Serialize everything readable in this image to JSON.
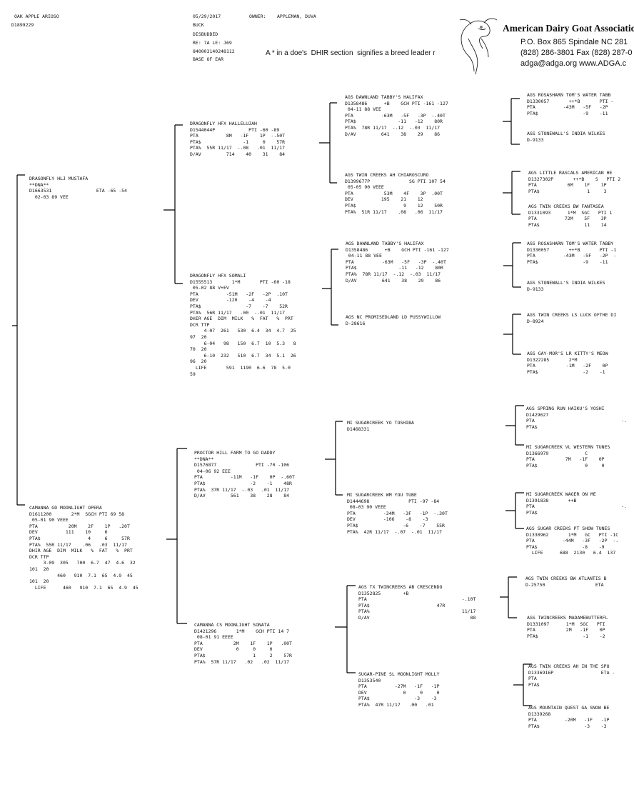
{
  "header": {
    "animal_name": "OAK APPLE ARIOSO",
    "animal_id": "D1899229",
    "date": "05/29/2017",
    "owner_label": "OWNER:",
    "owner_name": "APPLEMAN, DUVA",
    "sex": "BUCK",
    "disbudded": "DISBUDDED",
    "tattoo": "RE: 7A LE: J69",
    "microchip": "840003140248112",
    "chip_location": "BASE OF EAR",
    "notice": "A * in a doe's  DHIR section  signifies a breed leader r"
  },
  "association": {
    "name": "American Dairy Goat Association",
    "address": "P.O. Box 865    Spindale NC 281",
    "phone": "(828) 286-3801   Fax (828) 287-0",
    "web": "adga@adga.org   www.ADGA.c",
    "logo_icon": "goat-heads-logo"
  },
  "pedigree": {
    "sire": "DRAGONFLY HLJ MUSTAFA\n**DNA**\nD1663531                ETA -65 -54\n  02-03 89 VEE",
    "dam": "CAMANNA GD MOONLIGHT OPERA\nD1611200       2*M  SGCH PTI 69 58\n 05-01 90 VEEE\nPTA           20M    2F    1P   .20T\nDEV          111    10     6\nPTA$                 4     6     57R\nPTA%  55R 11/17    .06   .03  11/17\nDHIR AGE  DIM  MILK   %  FAT   %  PRT\nDCR TTP\n     3-09  305   700  6.7  47  4.6  32\n101  20\n          460   910  7.1  65  4.9  45\n101  20\n  LIFE      460   910  7.1  65  4.9  45",
    "ss": "DRAGONFLY HFX HALLELUJAH\nD1544044P            PTI -60 -89\nPTA          8M   -1F    1P  -.50T\nPTA$               -1     0    57R\nPTA%  55R 11/17  -.08   .01  11/17\nD/AV         714    40    31    84",
    "sd": "DRAGONFLY HFX SOMALI\nD1555513       1*M       PTI -60 -18\n 05-02 88 V+EV\nPTA          -51M   -2F   -2P  .10T\nDEV          -120    -4    -4\nPTA$                -7    -7    52R\nPTA%  56R 11/17   .00  -.01  11/17\nDHIR AGE  DIM  MILK   %  FAT   %  PRT\nDCR TTP\n     4-07  261   530  6.4  34  4.7  25\n97  20\n     6-04   98   150  6.7  10  5.3   8\n70  20\n     6-10  232   510  6.7  34  5.1  26\n96  20\n  LIFE       591  1190  6.6  78  5.0\n59",
    "ds": "PROCTOR HILL FARM TO GO DADDY\n**DNA**\nD1576877              PTI -70 -106\n 04-06 92 EEE\nPTA          -11M   -1F    0P  -.60T\nPTA$                -2    -1    48R\nPTA%  37R 11/17  -.03   .01  11/17\nD/AV         561    38    28    84",
    "dd": "CAMANNA CS MOONLIGHT SONATA\nD1421296       1*M    GCH PTI 14 7\n 08-01 91 EEEE\nPTA           2M    1F    1P   .00T\nDEV            0     0     0\nPTA$                 1     2    57R\nPTA%  57R 11/17   .02   .02  11/17",
    "sss": "AGS DAWNLAND TABBY'S HALIFAX\nD1358486      +B    GCH PTI -161 -127\n 04-11 88 VEE\nPTA          -63M   -5F   -3P  -.40T\nPTA$               -11   -12    80R\nPTA%  78R 11/17  -.12  -.03  11/17\nD/AV         641    38    29    86",
    "ssd": "AGS TWIN CREEKS AH CHIAROSCURO\nD1399677P              SG PTI 107 54\n 05-05 90 VEEE\nPTA           53M    4F    3P  .00T\nDEV          195    21    12\nPTA$                 9    12    50R\nPTA%  51R 11/17    .08   .06  11/17",
    "sds": "AGS DAWNLAND TABBY'S HALIFAX\nD1358486      +B    GCH PTI -161 -127\n 04-11 88 VEE\nPTA          -63M   -5F   -3P  -.40T\nPTA$               -11   -12    80R\nPTA%  78R 11/17  -.12  -.03  11/17\nD/AV         641    38    29    86",
    "sdd": "AGS NC PROMISEDLAND LD PUSSYWILLOW\nD-28616",
    "dss": "MI SUGARCREEK YO TOSHIBA\nD1468331",
    "dsd": "MI SUGARCREEK WM YOU TUBE\nD1444698              PTI -97 -84\n 08-03 90 VEEE\nPTA          -34M   -3F   -1P  -.30T\nDEV          -106    -8    -3\nPTA$                -6    -7    55R\nPTA%  42R 11/17  -.07  -.01  11/17",
    "dds": "AGS TX TWINCREEKS AB CRESCENDO\nD1352825        +B\nPTA                                  -.10T\nPTA$                        47R\nPTA%                                 11/17\nD/AV                                    88",
    "ddd": "SUGAR-PINE SL MOONLIGHT MOLLY\nD1353540\nPTA          -27M   -1F   -1P\nDEV             0     0     0\nPTA$                -3    -3\nPTA%  47R 11/17   .00   .01",
    "g4": [
      "AGS ROSASHARN TOM'S WATER TABB\nD1330057       ++*B       PTI -\nPTA          -43M   -5F   -2P\nPTA$                -9    -11",
      "AGS STONEWALL'S INDIA WILKES\nD-9133",
      "AGS LITTLE RASCALS AMERICAN HE\nD1327302P       ++*B    S   PTI 2\nPTA           6M    1F    1P\nPTA$                 1     3",
      "AGS TWIN CREEKS BW FANTASEA\nD1331093      1*M  SGC   PTI 1\nPTA          72M    5F    3P\nPTA$                11    14",
      "AGS ROSASHARN TOM'S WATER TABBY\nD1330057       ++*B       PTI -1\nPTA          -43M   -5F   -2P  -\nPTA$                -9    -11",
      "AGS STONEWALL'S INDIA WILKES\nD-9133",
      "AGS TWIN CREEKS LS LUCK OFTHE DI\nD-8924",
      "AGS GAY-MOR'S LR KITTY'S MEOW\nD1322285       2*M\nPTA           -1M   -2F    0P\nPTA$                -2    -1",
      "AGS SPRING RUN HAIKU'S YOSHI\nD1429627\nPTA                               -.\nPTA$",
      "MI SUGARCREEK VL WESTERN TUNES\nD1366979             C\nPTA           7M   -1F    0P\nPTA$                 0     0",
      "MI SUGARCREEK WAGER ON ME\nD1391838       ++B\nPTA                               -.\nPTA$",
      "AGS SUGAR CREEKS PT SHOW TUNES\nD1330962       1*M   GC   PTI -1C\nPTA          -44M   -3F   -2P  -.\nPTA$                -8    -9\n  LIFE      688  2130   6.4  137",
      "AGS TWIN CREEKS BW ATLANTIS B\nD-25750                  ETA",
      "AGS TWINCREEKS MADAMEBUTTERFL\nD1331097      1*M  SGC   PTI\nPTA           2M   -1F    0P\nPTA$                -1    -2",
      "AGS TWIN CREEKS AH IN THE SPO\nD1336916P                 ETA -\nPTA\nPTA$",
      "AGS MOUNTAIN QUEST GA SNOW BE\nD1339268\nPTA          -20M   -1F   -1P\nPTA$                -3    -3"
    ]
  }
}
